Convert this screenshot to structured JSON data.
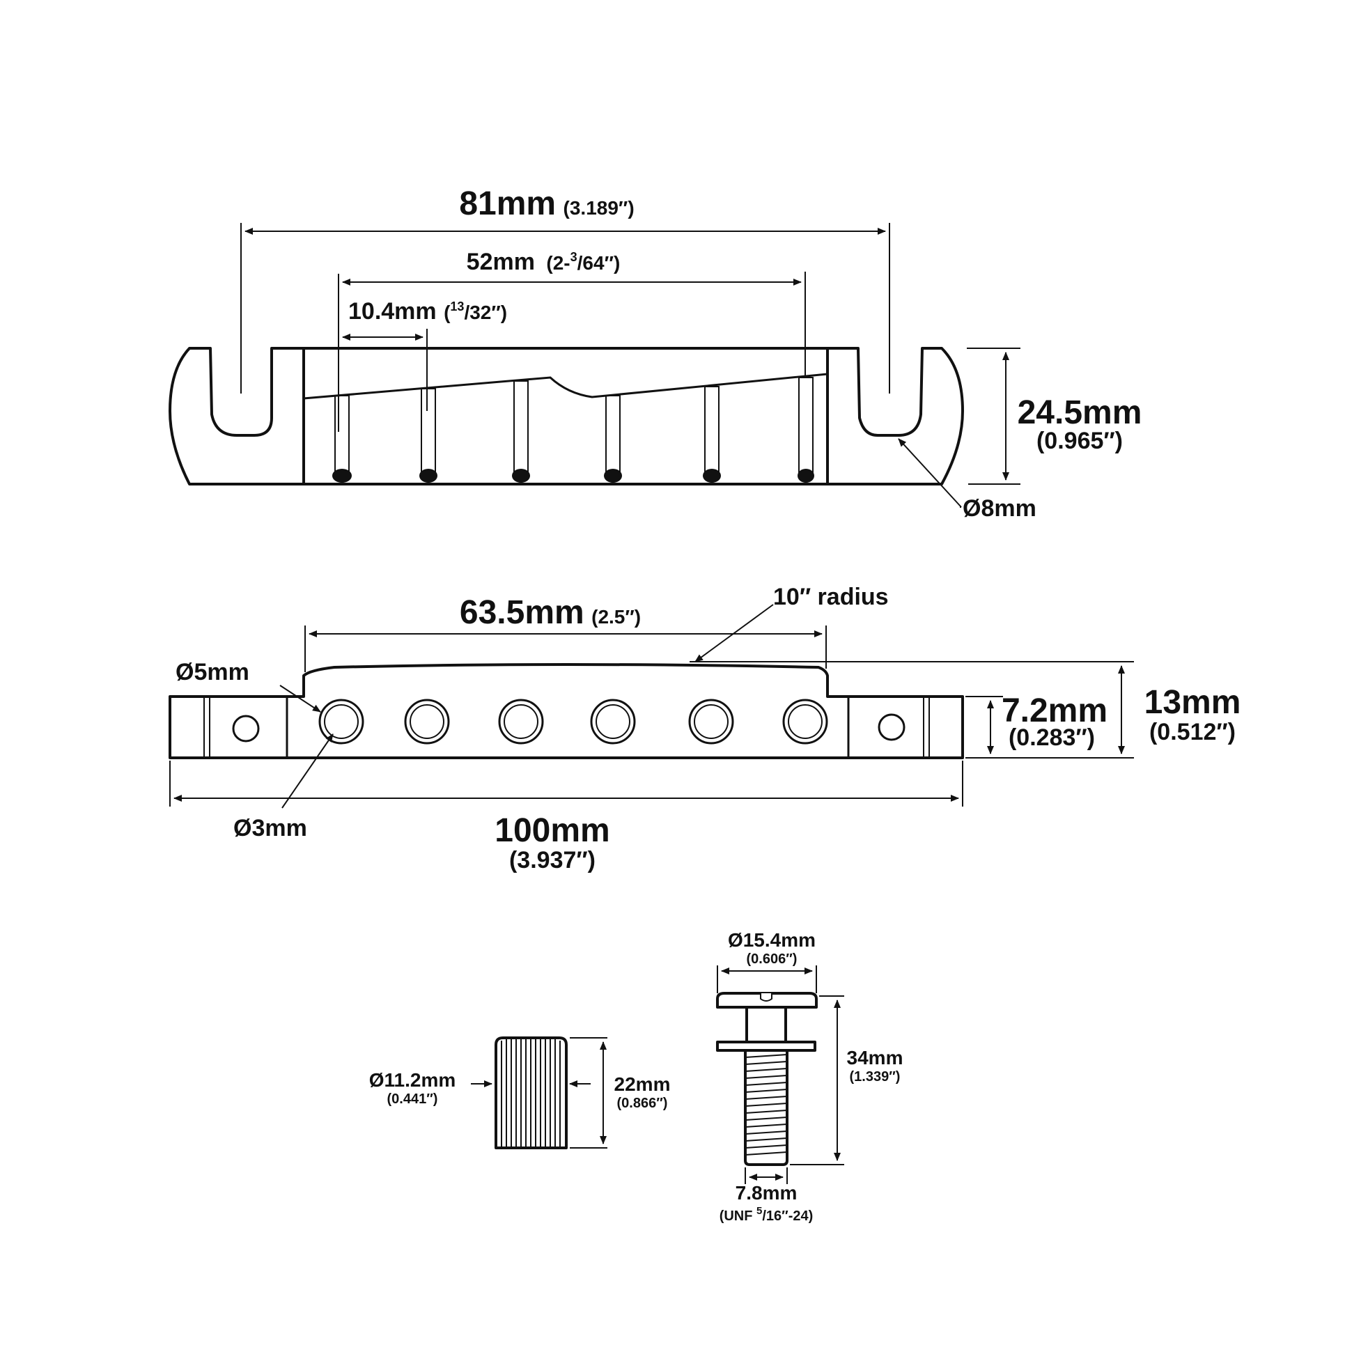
{
  "top_view": {
    "overall_width": {
      "metric": "81mm",
      "imperial": "(3.189″)"
    },
    "post_spacing": {
      "metric": "52mm",
      "imperial_a": "(2-",
      "imperial_num": "3",
      "imperial_den": "/64″)"
    },
    "string_spacing": {
      "metric": "10.4mm",
      "imperial_a": "(",
      "imperial_num": "13",
      "imperial_den": "/32″)"
    },
    "depth": {
      "metric": "24.5mm",
      "imperial": "(0.965″)"
    },
    "slot_diameter": {
      "symbol": "Ø",
      "value": "8mm"
    }
  },
  "front_view": {
    "top_span": {
      "metric": "63.5mm",
      "imperial": "(2.5″)"
    },
    "radius": "10″ radius",
    "string_hole": "Ø5mm",
    "inner_hole": "Ø3mm",
    "body_height": {
      "metric": "7.2mm",
      "imperial": "(0.283″)"
    },
    "total_height": {
      "metric": "13mm",
      "imperial": "(0.512″)"
    },
    "total_length": {
      "metric": "100mm",
      "imperial": "(3.937″)"
    }
  },
  "post_insert": {
    "diameter": {
      "metric": "Ø11.2mm",
      "imperial": "(0.441″)"
    },
    "length": {
      "metric": "22mm",
      "imperial": "(0.866″)"
    }
  },
  "stud": {
    "head_diameter": {
      "metric": "Ø15.4mm",
      "imperial": "(0.606″)"
    },
    "length": {
      "metric": "34mm",
      "imperial": "(1.339″)"
    },
    "thread": {
      "metric": "7.8mm",
      "imperial_a": "(UNF ",
      "imperial_num": "5",
      "imperial_den": "/16″-24)"
    }
  }
}
